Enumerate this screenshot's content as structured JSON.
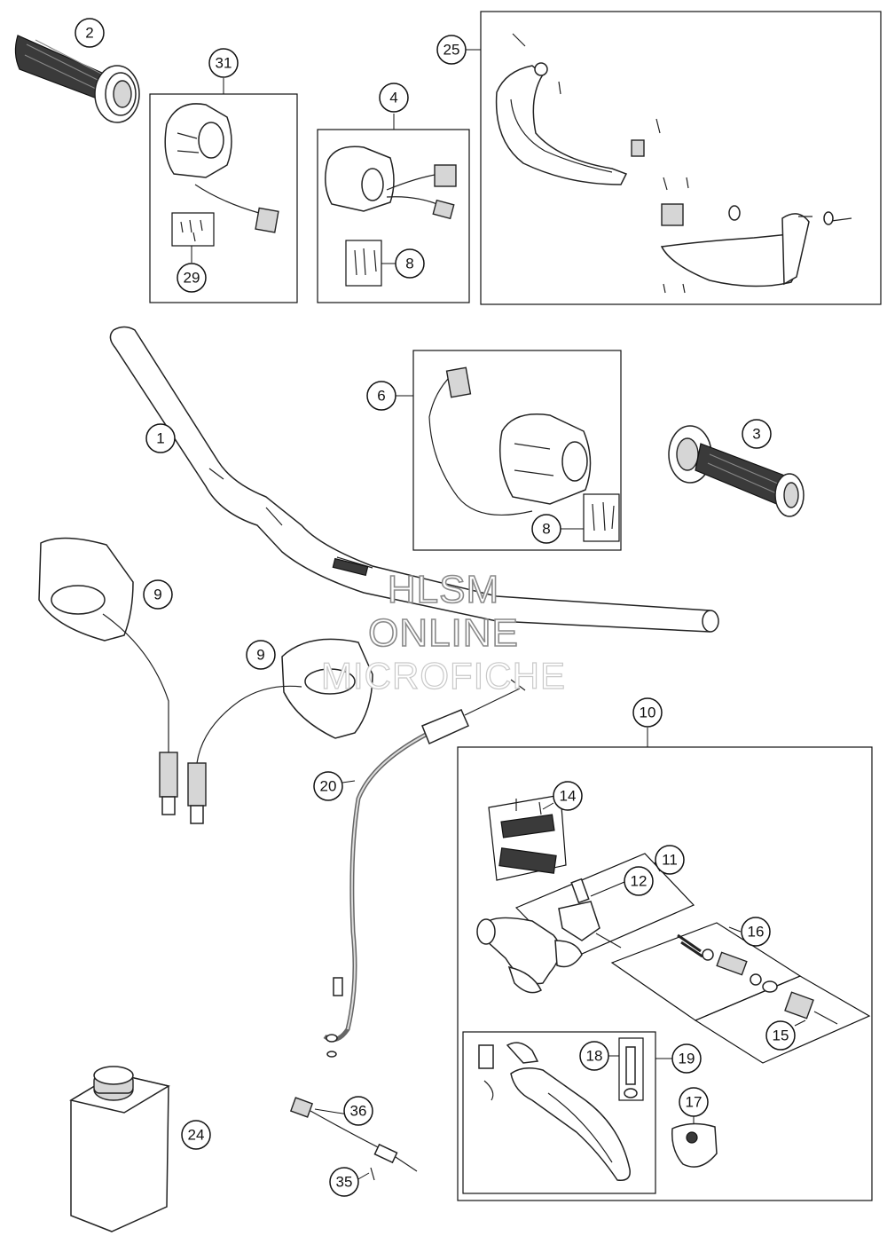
{
  "watermark": {
    "line1": "HLSM",
    "line2": "ONLINE",
    "line3": "MICROFICHE"
  },
  "callouts": [
    {
      "id": "c1",
      "label": "1"
    },
    {
      "id": "c2",
      "label": "2"
    },
    {
      "id": "c3",
      "label": "3"
    },
    {
      "id": "c4",
      "label": "4"
    },
    {
      "id": "c6",
      "label": "6"
    },
    {
      "id": "c8a",
      "label": "8"
    },
    {
      "id": "c8b",
      "label": "8"
    },
    {
      "id": "c9a",
      "label": "9"
    },
    {
      "id": "c9b",
      "label": "9"
    },
    {
      "id": "c10",
      "label": "10"
    },
    {
      "id": "c11",
      "label": "11"
    },
    {
      "id": "c12",
      "label": "12"
    },
    {
      "id": "c14",
      "label": "14"
    },
    {
      "id": "c15",
      "label": "15"
    },
    {
      "id": "c16",
      "label": "16"
    },
    {
      "id": "c17",
      "label": "17"
    },
    {
      "id": "c18",
      "label": "18"
    },
    {
      "id": "c19",
      "label": "19"
    },
    {
      "id": "c20",
      "label": "20"
    },
    {
      "id": "c24",
      "label": "24"
    },
    {
      "id": "c25",
      "label": "25"
    },
    {
      "id": "c29",
      "label": "29"
    },
    {
      "id": "c31",
      "label": "31"
    },
    {
      "id": "c35",
      "label": "35"
    },
    {
      "id": "c36",
      "label": "36"
    }
  ]
}
